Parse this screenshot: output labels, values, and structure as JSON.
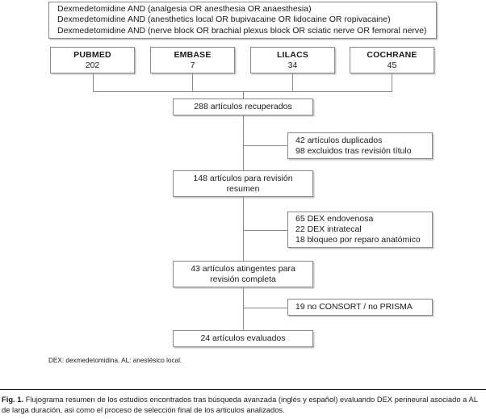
{
  "query_box": {
    "lines": [
      "Dexmedetomidine AND (analgesia OR anesthesia OR anaesthesia)",
      "Dexmedetomidine AND (anesthetics local OR bupivacaine OR lidocaine OR ropivacaine)",
      "Dexmedetomidine AND (nerve block OR brachial plexus block OR sciatic nerve OR femoral nerve)"
    ]
  },
  "databases": [
    {
      "name": "PUBMED",
      "count": "202"
    },
    {
      "name": "EMBASE",
      "count": "7"
    },
    {
      "name": "LILACS",
      "count": "34"
    },
    {
      "name": "COCHRANE",
      "count": "45"
    }
  ],
  "stages": {
    "retrieved": "288 artículos recuperados",
    "abstract_line1": "148 artículos para revisión",
    "abstract_line2": "resumen",
    "full_line1": "43 artículos atingentes para",
    "full_line2": "revisión completa",
    "evaluated": "24 artículos evaluados"
  },
  "exclusions": {
    "duplicates": [
      "42 artículos duplicados",
      "98 excluidos tras revisión título"
    ],
    "dex_route": [
      "65 DEX endovenosa",
      "22 DEX intratecal",
      "18 bloqueo por reparo anatómico"
    ],
    "reporting": [
      "19 no CONSORT / no PRISMA"
    ]
  },
  "footnote": "DEX: dexmedetomidina. AL: anestésico local.",
  "caption": {
    "label": "Fig. 1.",
    "text": "Flujograma resumen de los estudios encontrados tras búsqueda avanzada (inglés y español) evaluando DEX perineural asociado a AL de larga duración, asi como el proceso de selección final de los articulos analizados."
  },
  "colors": {
    "border": "#8a8a8a",
    "text": "#1a1a1a",
    "background": "#ffffff"
  }
}
